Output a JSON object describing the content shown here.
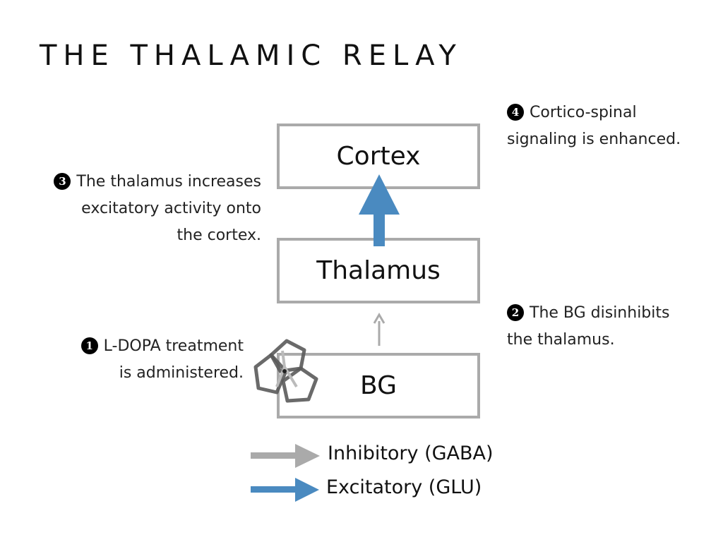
{
  "title": "THE THALAMIC RELAY",
  "nodes": {
    "cortex": "Cortex",
    "thalamus": "Thalamus",
    "bg": "BG"
  },
  "steps": [
    {
      "number": "1",
      "text_line1": "L-DOPA treatment",
      "text_line2": "is administered."
    },
    {
      "number": "2",
      "text_line1": "The BG disinhibits",
      "text_line2": "the thalamus."
    },
    {
      "number": "3",
      "text_line1": "The thalamus increases",
      "text_line2": "excitatory activity onto",
      "text_line3": "the cortex."
    },
    {
      "number": "4",
      "text_line1": "Cortico-spinal",
      "text_line2": "signaling is enhanced."
    }
  ],
  "legend": {
    "inhibitory": "Inhibitory (GABA)",
    "excitatory": "Excitatory (GLU)"
  },
  "colors": {
    "inhibitory": "#aaaaaa",
    "excitatory": "#4a8ac0",
    "box_border": "#aaaaaa",
    "pentagon": "#555555"
  },
  "icons": {
    "drug": "pentagon-cluster-icon"
  }
}
